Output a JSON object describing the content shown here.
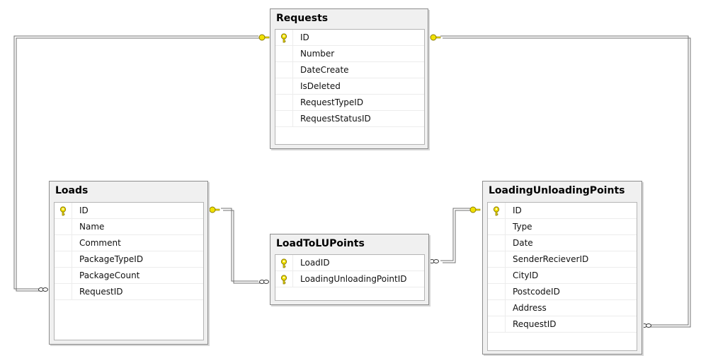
{
  "tables": {
    "requests": {
      "title": "Requests",
      "columns": [
        {
          "name": "ID",
          "key": true
        },
        {
          "name": "Number",
          "key": false
        },
        {
          "name": "DateCreate",
          "key": false
        },
        {
          "name": "IsDeleted",
          "key": false
        },
        {
          "name": "RequestTypeID",
          "key": false
        },
        {
          "name": "RequestStatusID",
          "key": false
        }
      ]
    },
    "loads": {
      "title": "Loads",
      "columns": [
        {
          "name": "ID",
          "key": true
        },
        {
          "name": "Name",
          "key": false
        },
        {
          "name": "Comment",
          "key": false
        },
        {
          "name": "PackageTypeID",
          "key": false
        },
        {
          "name": "PackageCount",
          "key": false
        },
        {
          "name": "RequestID",
          "key": false
        }
      ]
    },
    "loadtolupoints": {
      "title": "LoadToLUPoints",
      "columns": [
        {
          "name": "LoadID",
          "key": true
        },
        {
          "name": "LoadingUnloadingPointID",
          "key": true
        }
      ]
    },
    "loadingunloadingpoints": {
      "title": "LoadingUnloadingPoints",
      "columns": [
        {
          "name": "ID",
          "key": true
        },
        {
          "name": "Type",
          "key": false
        },
        {
          "name": "Date",
          "key": false
        },
        {
          "name": "SenderRecieverID",
          "key": false
        },
        {
          "name": "CityID",
          "key": false
        },
        {
          "name": "PostcodeID",
          "key": false
        },
        {
          "name": "Address",
          "key": false
        },
        {
          "name": "RequestID",
          "key": false
        }
      ]
    }
  },
  "relationships": [
    {
      "from": "requests",
      "to": "loads",
      "one_end": "requests",
      "many_end": "loads"
    },
    {
      "from": "requests",
      "to": "loadingunloadingpoints",
      "one_end": "requests",
      "many_end": "loadingunloadingpoints"
    },
    {
      "from": "loads",
      "to": "loadtolupoints",
      "one_end": "loads",
      "many_end": "loadtolupoints"
    },
    {
      "from": "loadingunloadingpoints",
      "to": "loadtolupoints",
      "one_end": "loadingunloadingpoints",
      "many_end": "loadtolupoints"
    }
  ],
  "colors": {
    "line": "#707070",
    "key_fill": "#f2e200",
    "key_stroke": "#8a7a00",
    "title_bar": "#f0f0f0"
  }
}
